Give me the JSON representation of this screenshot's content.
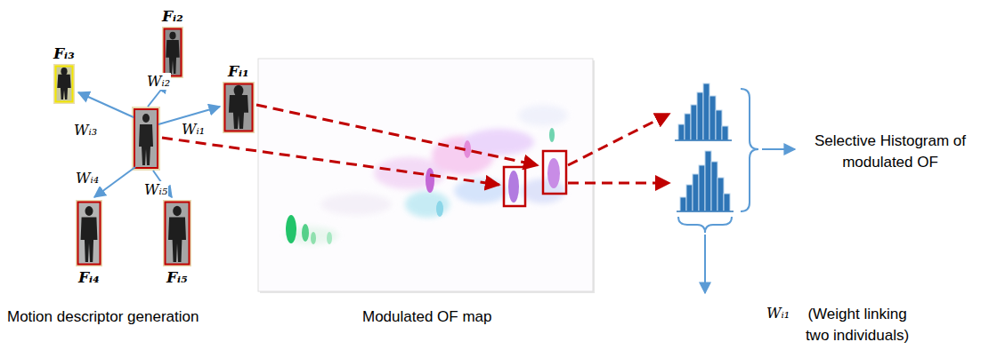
{
  "diagram": {
    "nodes": [
      {
        "text": [
          "Fᵢ₂"
        ]
      },
      {
        "text": [
          "Fᵢ₃"
        ]
      },
      {
        "text": [
          "Fᵢ₁"
        ]
      },
      {
        "text": [
          "Fᵢ₄"
        ]
      },
      {
        "text": [
          "Fᵢ₅"
        ]
      }
    ],
    "labels": [
      "Wᵢ₂",
      "Wᵢ₃",
      "Wᵢ₁",
      "Wᵢ₄",
      "Wᵢ₅",
      "Motion descriptor generation",
      "Modulated OF map",
      "Selective Histogram of modulated OF",
      "Wᵢ₁",
      "(Weight linking two individuals)"
    ]
  }
}
